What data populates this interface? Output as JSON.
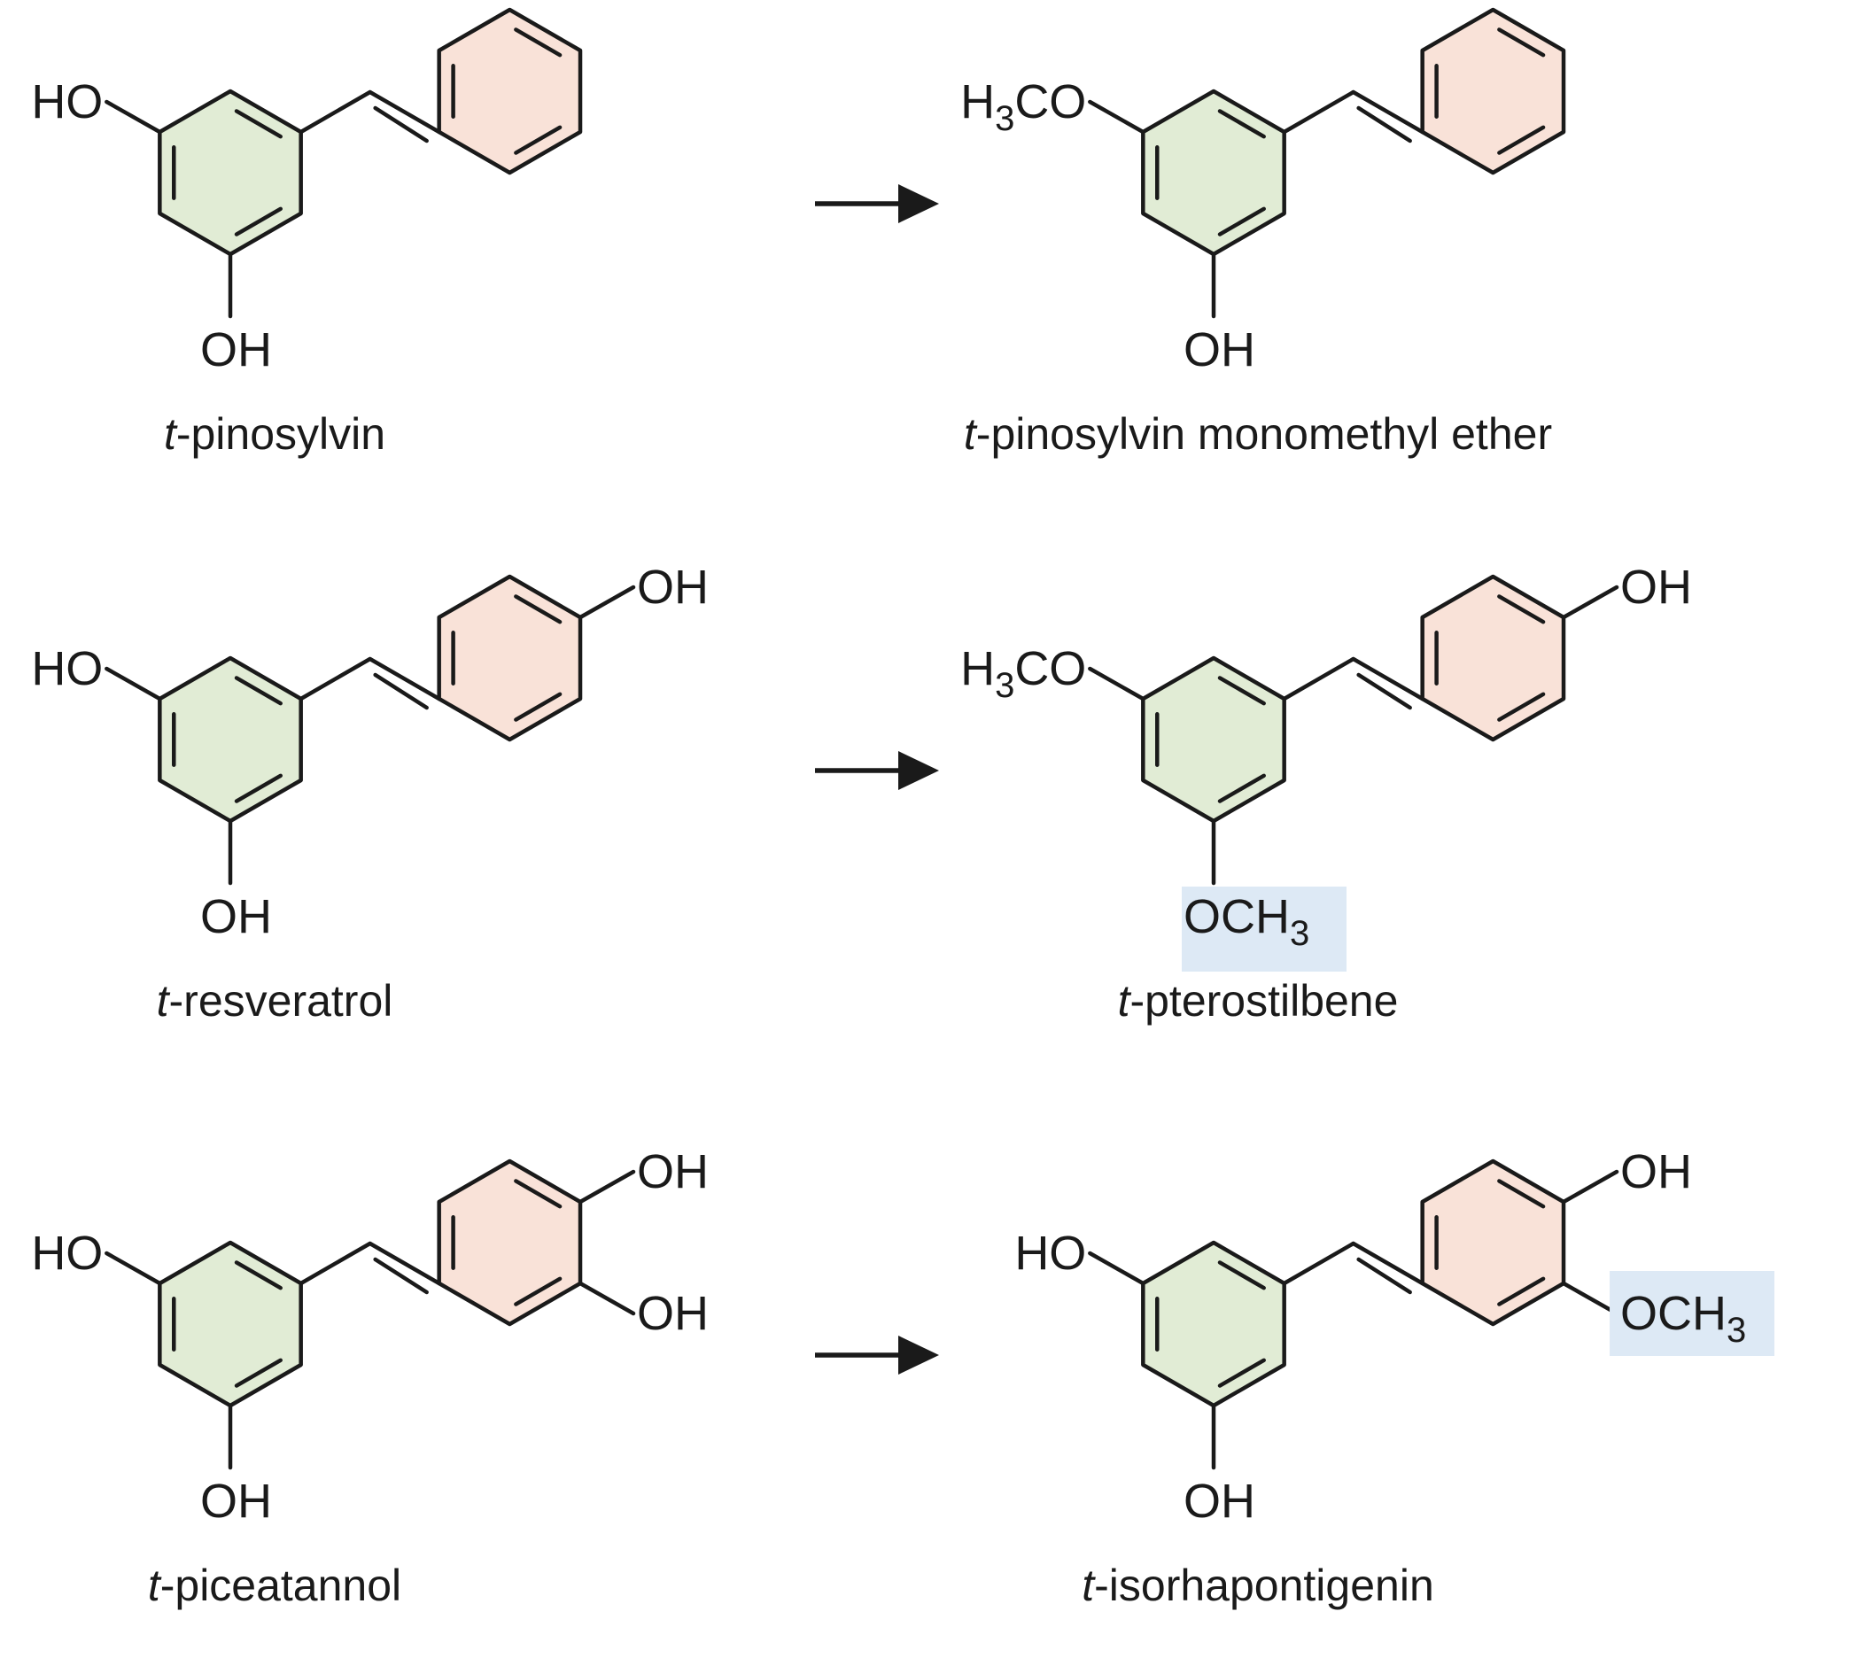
{
  "colors": {
    "ring_a_fill": "#e1ecd5",
    "ring_b_fill": "#f9e2d8",
    "highlight_fill": "#dde9f5",
    "line": "#1a1a1a"
  },
  "reactions": [
    {
      "substrate": {
        "name_prefix": "t",
        "name_rest": "-pinosylvin",
        "left_label": "HO",
        "bottom_label": "OH",
        "ring_b_para": "",
        "ring_b_meta": ""
      },
      "product": {
        "name_prefix": "t",
        "name_rest": "-pinosylvin monomethyl ether",
        "left_label": "H3CO",
        "bottom_label": "OH",
        "ring_b_para": "",
        "ring_b_meta": ""
      },
      "arrow_icon": "right-arrow-icon"
    },
    {
      "substrate": {
        "name_prefix": "t",
        "name_rest": "-resveratrol",
        "left_label": "HO",
        "bottom_label": "OH",
        "ring_b_para": "OH",
        "ring_b_meta": ""
      },
      "product": {
        "name_prefix": "t",
        "name_rest": "-pterostilbene",
        "left_label": "H3CO",
        "bottom_label": "OCH3",
        "ring_b_para": "OH",
        "ring_b_meta": ""
      },
      "arrow_icon": "right-arrow-icon"
    },
    {
      "substrate": {
        "name_prefix": "t",
        "name_rest": "-piceatannol",
        "left_label": "HO",
        "bottom_label": "OH",
        "ring_b_para": "OH",
        "ring_b_meta": "OH"
      },
      "product": {
        "name_prefix": "t",
        "name_rest": "-isorhapontigenin",
        "left_label": "HO",
        "bottom_label": "OH",
        "ring_b_para": "OH",
        "ring_b_meta": "OCH3"
      },
      "arrow_icon": "right-arrow-icon"
    }
  ]
}
